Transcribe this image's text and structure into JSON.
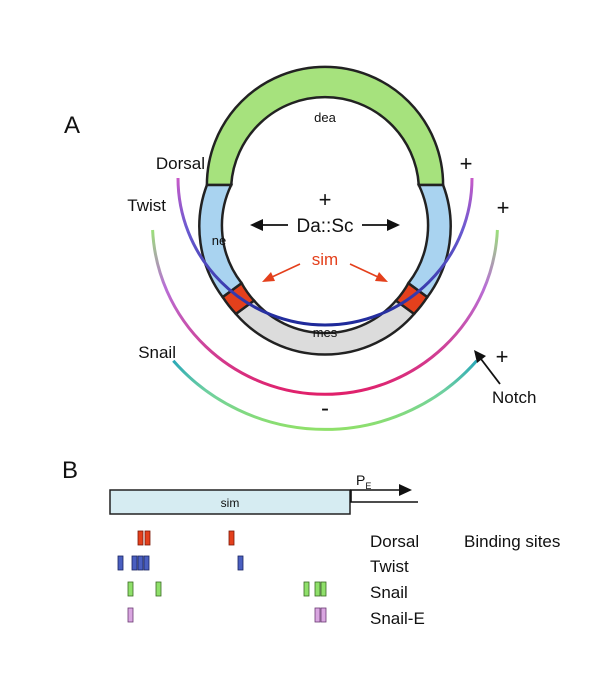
{
  "panelA": {
    "label": "A",
    "regions": {
      "dorsal": "dea",
      "lateral": "ne",
      "ventral": "mes"
    },
    "center_plus": "+",
    "center_label": "Da::Sc",
    "sim_label": "sim",
    "gradients": {
      "dorsal": {
        "label": "Dorsal",
        "sign": "+"
      },
      "twist": {
        "label": "Twist",
        "sign": "+"
      },
      "snail": {
        "label": "Snail",
        "sign": "-"
      },
      "notch": {
        "label": "Notch",
        "sign": "+"
      }
    },
    "colors": {
      "dea": "#a6e27d",
      "ne": "#a9d3f0",
      "mes": "#dcdcdc",
      "sim": "#e4401c",
      "dorsal_arc": "#2b2b9e",
      "twist_arc": "#d93ad6",
      "snail_arc": "#8fe06a",
      "sim_text": "#e4401c"
    }
  },
  "panelB": {
    "label": "B",
    "gene": "sim",
    "promoter": "P",
    "promoter_sub": "E",
    "header": "Binding sites",
    "rows": [
      {
        "name": "Dorsal",
        "color": "#e4401c"
      },
      {
        "name": "Twist",
        "color": "#4a5fc0"
      },
      {
        "name": "Snail",
        "color": "#8fe06a"
      },
      {
        "name": "Snail-E",
        "color": "#d9a6e0"
      }
    ]
  }
}
